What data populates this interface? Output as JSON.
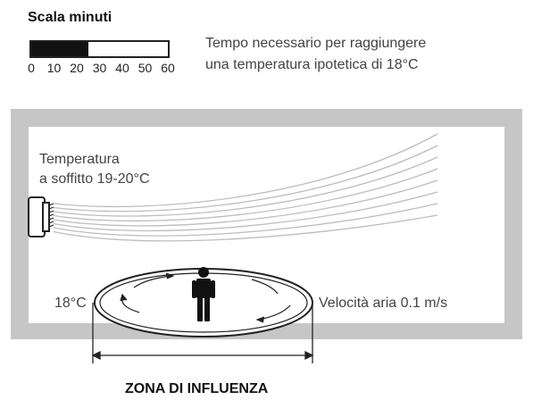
{
  "scale": {
    "title": "Scala minuti",
    "ticks": [
      "0",
      "10",
      "20",
      "30",
      "40",
      "50",
      "60"
    ],
    "filled_minutes": 25,
    "max_minutes": 60
  },
  "description": {
    "line1": "Tempo necessario per raggiungere",
    "line2": "una temperatura ipotetica di 18°C"
  },
  "room": {
    "ceiling_temp_line1": "Temperatura",
    "ceiling_temp_line2": "a soffitto 19-20°C",
    "floor_temp": "18°C",
    "air_speed": "Velocità aria 0.1 m/s"
  },
  "zone": {
    "title": "ZONA DI INFLUENZA"
  },
  "colors": {
    "wall": "#c6c6c6",
    "scale_fill": "#111111",
    "line": "#222222",
    "airflow": "#bdbdbd"
  }
}
